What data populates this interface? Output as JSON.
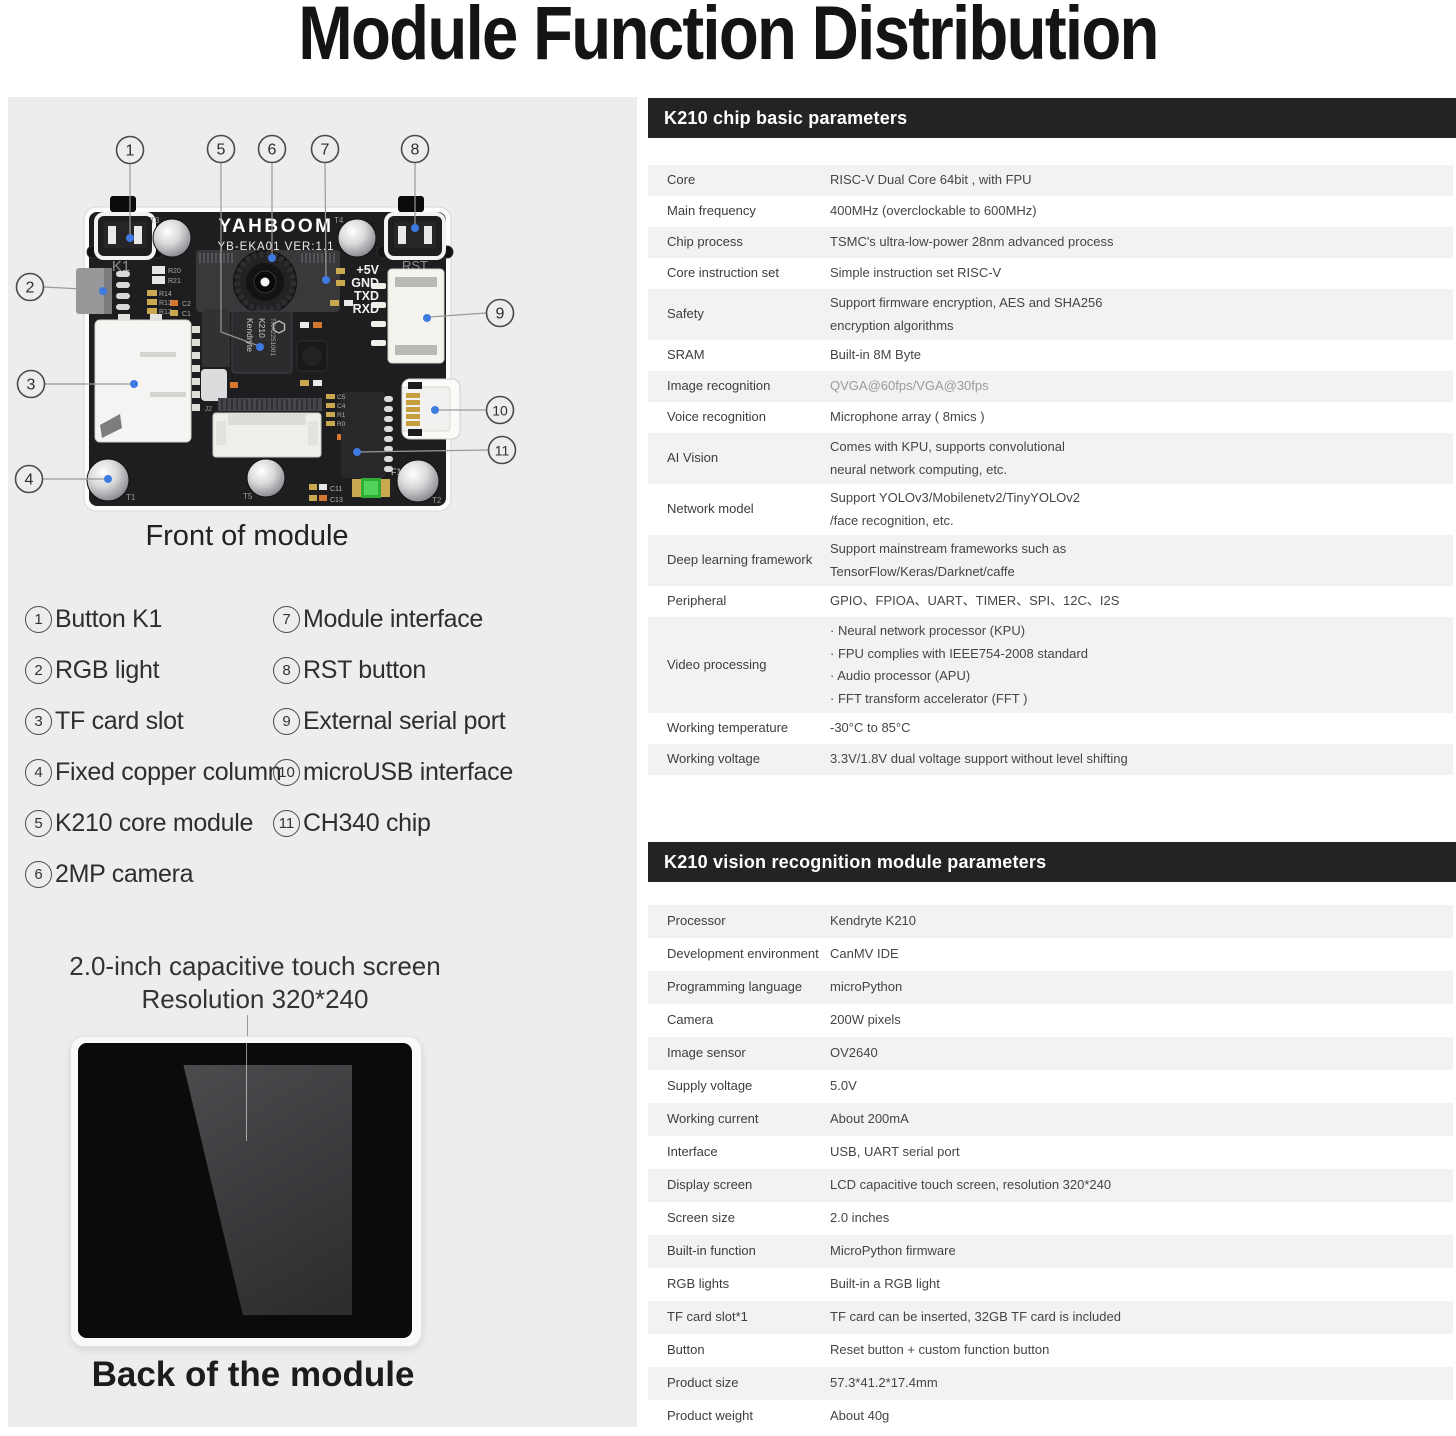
{
  "page": {
    "title": "Module Function Distribution"
  },
  "front": {
    "caption": "Front of module",
    "board": {
      "brand": "YAHBOOM",
      "model": "YB-EKA01 VER:1.1",
      "k1_label": "K1",
      "rst_label": "RST",
      "pins": {
        "p1": "+5V",
        "p2": "GND",
        "p3": "TXD",
        "p4": "RXD"
      },
      "screws": {
        "t1": "T1",
        "t2": "T2",
        "t3": "T3",
        "t4": "T4",
        "t5": "T5"
      },
      "chip": {
        "line1": "Kendryte",
        "line2": "K210",
        "line3": "TKA2251001"
      },
      "silk": {
        "r20": "R20",
        "r21": "R21",
        "r14": "R14",
        "r13": "R13",
        "r12": "R12",
        "c2": "C2",
        "c1": "C1",
        "j2": "J2",
        "f1": "F1",
        "c11": "C11",
        "c13": "C13",
        "c5": "C5",
        "c4": "C4",
        "r1": "R1",
        "r0": "R0"
      }
    },
    "callouts": [
      {
        "num": "1"
      },
      {
        "num": "2"
      },
      {
        "num": "3"
      },
      {
        "num": "4"
      },
      {
        "num": "5"
      },
      {
        "num": "6"
      },
      {
        "num": "7"
      },
      {
        "num": "8"
      },
      {
        "num": "9"
      },
      {
        "num": "10"
      },
      {
        "num": "11"
      }
    ]
  },
  "legend": {
    "col1": [
      {
        "num": "1",
        "label": "Button K1"
      },
      {
        "num": "2",
        "label": "RGB light"
      },
      {
        "num": "3",
        "label": "TF card slot"
      },
      {
        "num": "4",
        "label": "Fixed copper column"
      },
      {
        "num": "5",
        "label": "K210 core module"
      },
      {
        "num": "6",
        "label": "2MP camera"
      }
    ],
    "col2": [
      {
        "num": "7",
        "label": "Module interface"
      },
      {
        "num": "8",
        "label": "RST button"
      },
      {
        "num": "9",
        "label": "External serial port"
      },
      {
        "num": "10",
        "label": "microUSB interface"
      },
      {
        "num": "11",
        "label": "CH340 chip"
      }
    ]
  },
  "back": {
    "line1": "2.0-inch capacitive touch screen",
    "line2": "Resolution 320*240",
    "caption": "Back of the module"
  },
  "tables": [
    {
      "title": "K210 chip basic parameters",
      "rows": [
        {
          "label": "Core",
          "value": "RISC-V Dual Core 64bit , with FPU"
        },
        {
          "label": "Main frequency",
          "value": "400MHz (overclockable to 600MHz)"
        },
        {
          "label": "Chip process",
          "value": "TSMC's ultra-low-power 28nm advanced process"
        },
        {
          "label": "Core instruction set",
          "value": "Simple instruction set RISC-V"
        },
        {
          "label": "Safety",
          "value": "Support firmware encryption, AES and SHA256\nencryption algorithms"
        },
        {
          "label": "SRAM",
          "value": "Built-in 8M Byte"
        },
        {
          "label": "Image recognition",
          "value": "QVGA@60fps/VGA@30fps"
        },
        {
          "label": "Voice recognition",
          "value": "Microphone array ( 8mics )"
        },
        {
          "label": "AI Vision",
          "value": "Comes with KPU, supports convolutional\nneural network computing, etc."
        },
        {
          "label": "Network model",
          "value": "Support YOLOv3/Mobilenetv2/TinyYOLOv2\n/face recognition, etc."
        },
        {
          "label": "Deep learning framework",
          "value": "Support mainstream frameworks such as\nTensorFlow/Keras/Darknet/caffe"
        },
        {
          "label": "Peripheral",
          "value": "GPIO、FPIOA、UART、TIMER、SPI、12C、I2S"
        },
        {
          "label": "Video processing",
          "value": "· Neural network processor (KPU)\n· FPU complies with IEEE754-2008 standard\n· Audio processor (APU)\n· FFT transform accelerator (FFT )"
        },
        {
          "label": "Working temperature",
          "value": "-30°C to 85°C"
        },
        {
          "label": "Working voltage",
          "value": "3.3V/1.8V dual voltage support without level shifting"
        }
      ]
    },
    {
      "title": "K210 vision recognition module parameters",
      "rows": [
        {
          "label": "Processor",
          "value": "Kendryte K210"
        },
        {
          "label": "Development environment",
          "value": "CanMV IDE"
        },
        {
          "label": "Programming language",
          "value": "microPython"
        },
        {
          "label": "Camera",
          "value": "200W pixels"
        },
        {
          "label": "Image sensor",
          "value": "OV2640"
        },
        {
          "label": "Supply voltage",
          "value": "5.0V"
        },
        {
          "label": "Working current",
          "value": "About 200mA"
        },
        {
          "label": "Interface",
          "value": "USB, UART serial port"
        },
        {
          "label": "Display screen",
          "value": "LCD capacitive touch screen, resolution 320*240"
        },
        {
          "label": "Screen size",
          "value": "2.0 inches"
        },
        {
          "label": "Built-in function",
          "value": "MicroPython firmware"
        },
        {
          "label": "RGB lights",
          "value": "Built-in a RGB light"
        },
        {
          "label": "TF card slot*1",
          "value": "TF card can be inserted, 32GB TF card is included"
        },
        {
          "label": "Button",
          "value": "Reset button + custom function button"
        },
        {
          "label": "Product size",
          "value": "57.3*41.2*17.4mm"
        },
        {
          "label": "Product weight",
          "value": "About 40g"
        }
      ]
    }
  ],
  "colors": {
    "header_bg": "#232323",
    "row_alt": "#f2f2f2",
    "panel_bg": "#ededee",
    "pcb": "#1e1e20",
    "accent_dot": "#3f7ae0",
    "led_green": "#35c23d"
  }
}
